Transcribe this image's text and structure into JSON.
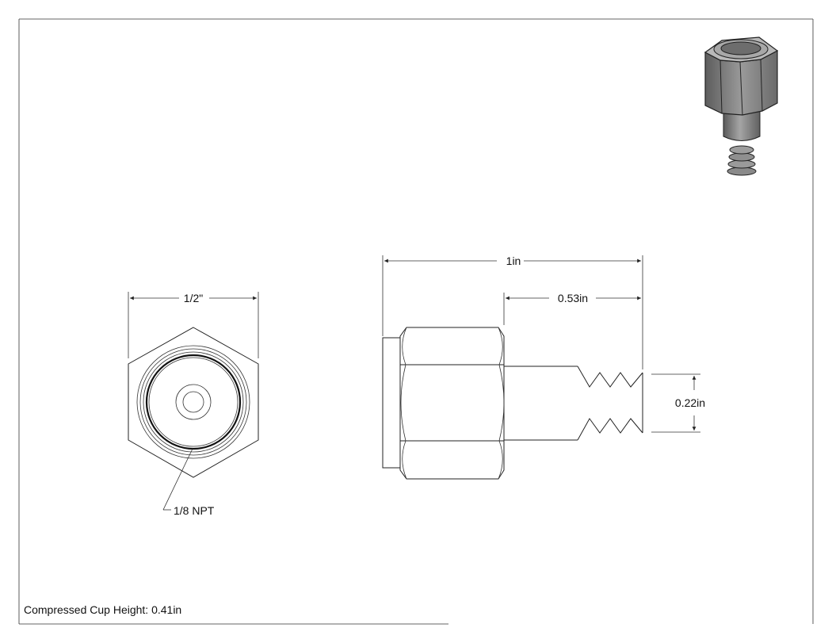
{
  "dimensions": {
    "front_width": "1/2\"",
    "overall_length": "1in",
    "stem_cup_length": "0.53in",
    "cup_diameter": "0.22in"
  },
  "callouts": {
    "thread": "1/8 NPT"
  },
  "notes": {
    "compressed_cup_height": "Compressed Cup Height: 0.41in"
  },
  "icons": {
    "isometric_preview": "fitting-3d-icon"
  }
}
